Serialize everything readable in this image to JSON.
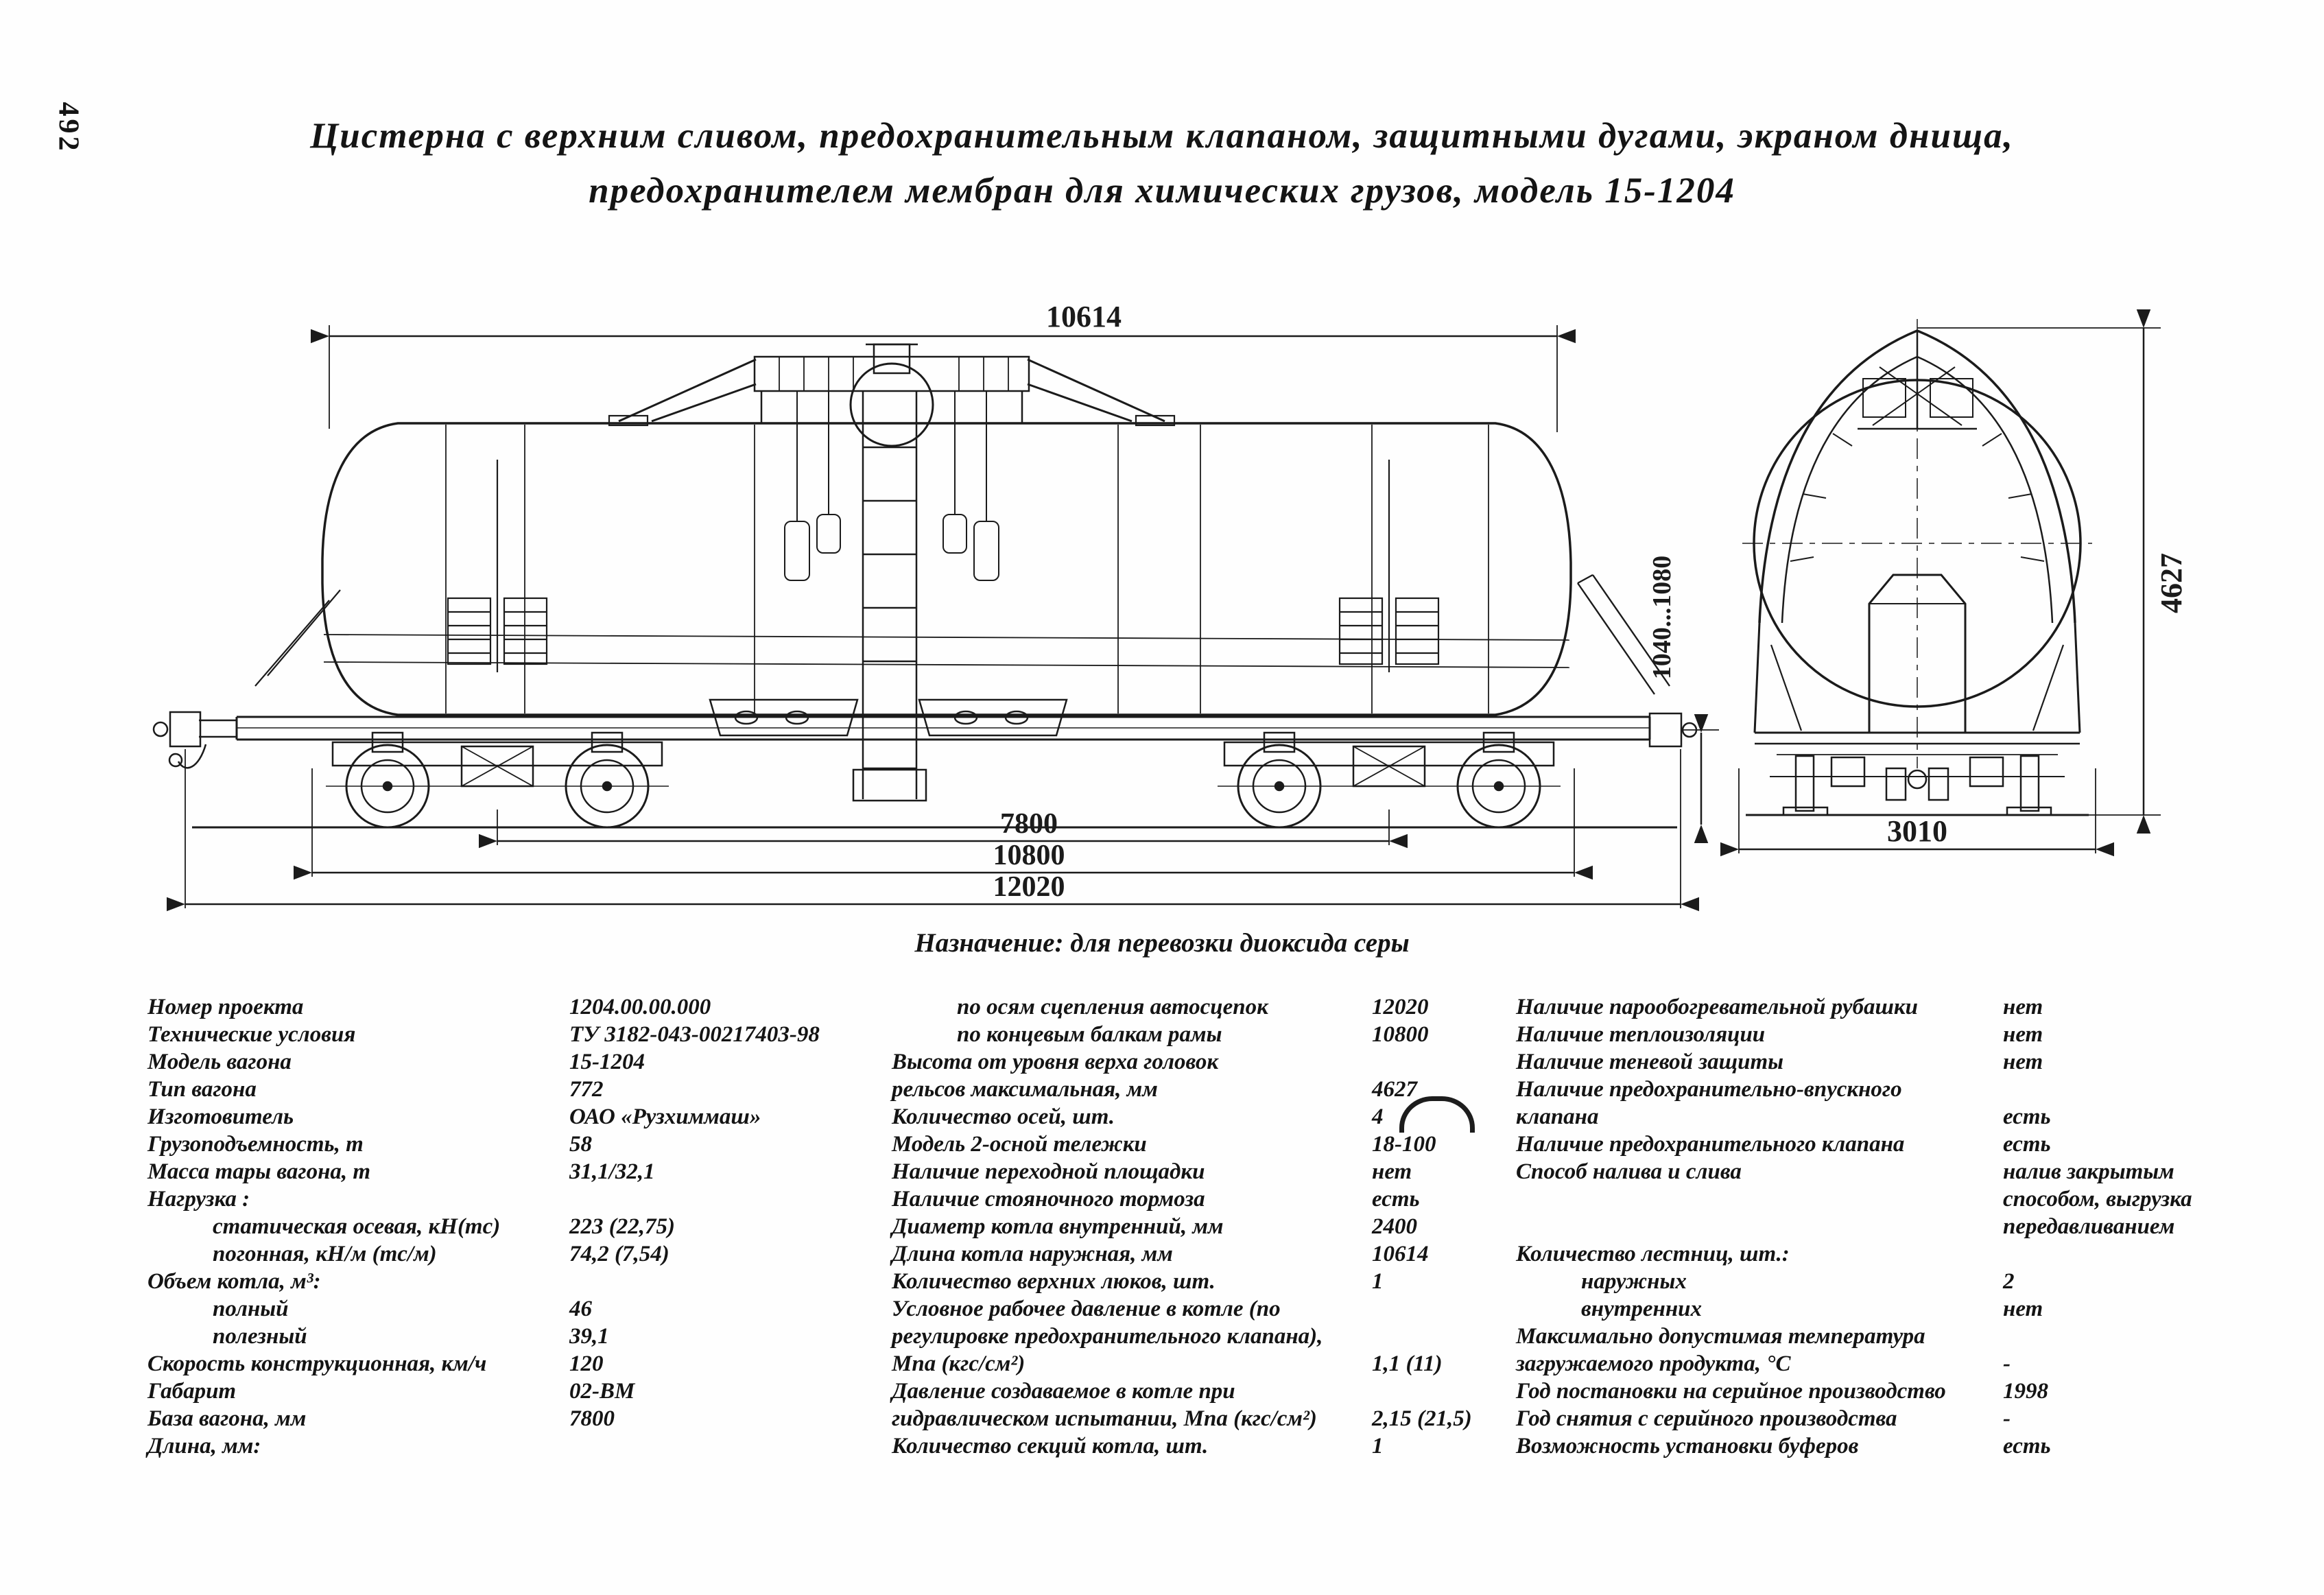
{
  "header": {
    "page_number": "492",
    "title_line1": "Цистерна с верхним сливом, предохранительным клапаном, защитными дугами, экраном днища,",
    "title_line2": "предохранителем мембран для химических грузов, модель 15-1204"
  },
  "drawing": {
    "caption": "Назначение: для перевозки диоксида серы",
    "side_view": {
      "dim_tank_length": "10614",
      "dim_bogie_base": "7800",
      "dim_frame_length": "10800",
      "dim_overall_length": "12020",
      "dim_coupler_height": "1040...1080"
    },
    "end_view": {
      "dim_height": "4627",
      "dim_width": "3010"
    }
  },
  "specs": {
    "col1": {
      "rows": [
        {
          "label": "Номер проекта",
          "value": "1204.00.00.000",
          "indent": false
        },
        {
          "label": "Технические условия",
          "value": "ТУ 3182-043-00217403-98",
          "indent": false
        },
        {
          "label": "Модель вагона",
          "value": "15-1204",
          "indent": false
        },
        {
          "label": "Тип вагона",
          "value": "772",
          "indent": false
        },
        {
          "label": "Изготовитель",
          "value": "ОАО «Рузхиммаш»",
          "indent": false
        },
        {
          "label": "Грузоподъемность, т",
          "value": "58",
          "indent": false
        },
        {
          "label": "Масса тары вагона, т",
          "value": "31,1/32,1",
          "indent": false
        },
        {
          "label": "Нагрузка :",
          "value": "",
          "indent": false
        },
        {
          "label": "статическая осевая, кН(тс)",
          "value": "223 (22,75)",
          "indent": true
        },
        {
          "label": "погонная, кН/м (тс/м)",
          "value": "74,2 (7,54)",
          "indent": true
        },
        {
          "label": "Объем котла, м³:",
          "value": "",
          "indent": false
        },
        {
          "label": "полный",
          "value": "46",
          "indent": true
        },
        {
          "label": "полезный",
          "value": "39,1",
          "indent": true
        },
        {
          "label": "Скорость конструкционная, км/ч",
          "value": "120",
          "indent": false
        },
        {
          "label": "Габарит",
          "value": "02-ВМ",
          "indent": false
        },
        {
          "label": "База вагона, мм",
          "value": "7800",
          "indent": false
        },
        {
          "label": "Длина, мм:",
          "value": "",
          "indent": false
        }
      ]
    },
    "col2": {
      "rows": [
        {
          "label": "по осям сцепления автосцепок",
          "value": "12020",
          "indent": true
        },
        {
          "label": "по концевым балкам рамы",
          "value": "10800",
          "indent": true
        },
        {
          "label": "Высота от уровня верха головок",
          "value": "",
          "indent": false
        },
        {
          "label": "рельсов максимальная, мм",
          "value": "4627",
          "indent": false
        },
        {
          "label": "Количество осей, шт.",
          "value": "4",
          "indent": false
        },
        {
          "label": "Модель 2-осной тележки",
          "value": "18-100",
          "indent": false
        },
        {
          "label": "Наличие переходной площадки",
          "value": "нет",
          "indent": false
        },
        {
          "label": "Наличие стояночного тормоза",
          "value": "есть",
          "indent": false
        },
        {
          "label": "Диаметр котла внутренний, мм",
          "value": "2400",
          "indent": false
        },
        {
          "label": "Длина котла наружная, мм",
          "value": "10614",
          "indent": false
        },
        {
          "label": "Количество верхних люков, шт.",
          "value": "1",
          "indent": false
        },
        {
          "label": "Условное рабочее давление в котле (по",
          "value": "",
          "indent": false
        },
        {
          "label": "регулировке предохранительного клапана),",
          "value": "",
          "indent": false
        },
        {
          "label": "Мпа (кгс/см²)",
          "value": "1,1 (11)",
          "indent": false
        },
        {
          "label": "Давление создаваемое в котле при",
          "value": "",
          "indent": false
        },
        {
          "label": "гидравлическом испытании, Мпа (кгс/см²)",
          "value": "2,15 (21,5)",
          "indent": false
        },
        {
          "label": "Количество секций котла, шт.",
          "value": "1",
          "indent": false
        }
      ]
    },
    "col3": {
      "rows": [
        {
          "label": "Наличие парообогревательной рубашки",
          "value": "нет",
          "indent": false
        },
        {
          "label": "Наличие теплоизоляции",
          "value": "нет",
          "indent": false
        },
        {
          "label": "Наличие теневой защиты",
          "value": "нет",
          "indent": false
        },
        {
          "label": "Наличие предохранительно-впускного",
          "value": "",
          "indent": false
        },
        {
          "label": "клапана",
          "value": "есть",
          "indent": false
        },
        {
          "label": "Наличие предохранительного клапана",
          "value": "есть",
          "indent": false
        },
        {
          "label": "Способ налива и слива",
          "value": "налив закрытым",
          "indent": false
        },
        {
          "label": "",
          "value": "способом, выгрузка",
          "indent": false
        },
        {
          "label": "",
          "value": "передавливанием",
          "indent": false
        },
        {
          "label": "Количество лестниц, шт.:",
          "value": "",
          "indent": false
        },
        {
          "label": "наружных",
          "value": "2",
          "indent": true
        },
        {
          "label": "внутренних",
          "value": "нет",
          "indent": true
        },
        {
          "label": "Максимально допустимая температура",
          "value": "",
          "indent": false
        },
        {
          "label": "загружаемого продукта, °С",
          "value": "-",
          "indent": false
        },
        {
          "label": "Год постановки на серийное производство",
          "value": "1998",
          "indent": false
        },
        {
          "label": "Год снятия с серийного производства",
          "value": "-",
          "indent": false
        },
        {
          "label": "Возможность установки буферов",
          "value": "есть",
          "indent": false
        }
      ]
    }
  }
}
